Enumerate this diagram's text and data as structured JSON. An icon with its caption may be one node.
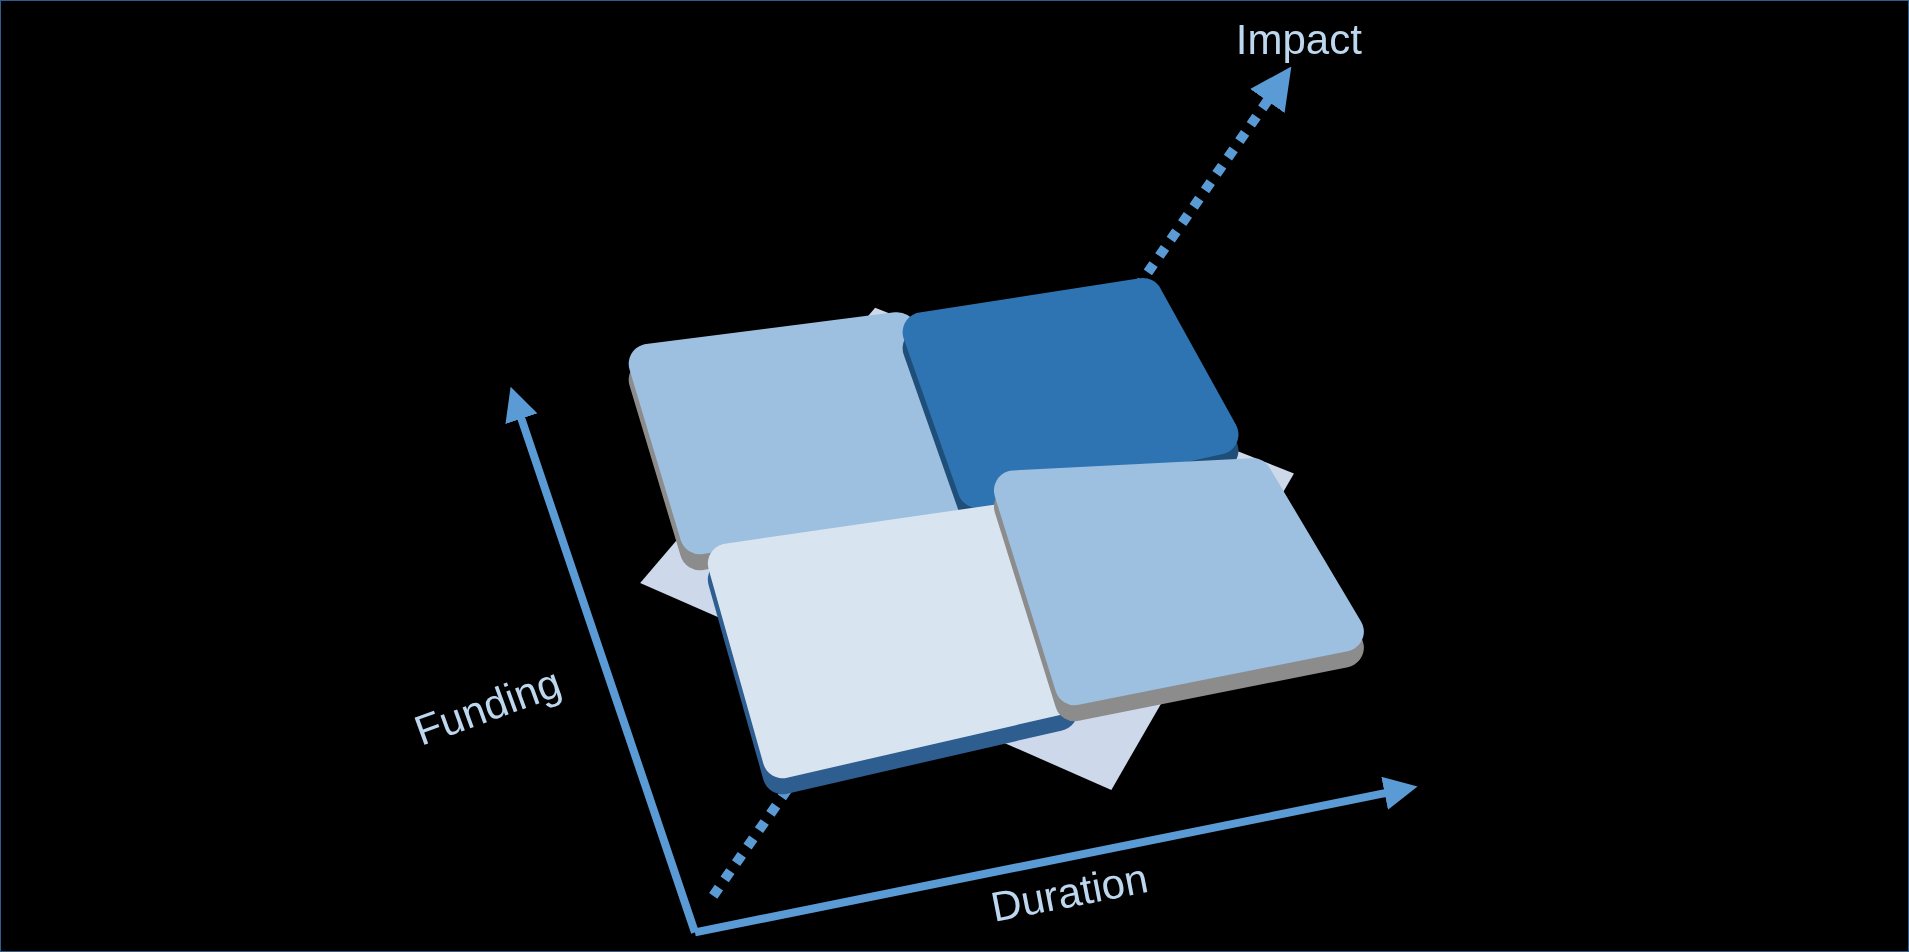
{
  "diagram": {
    "labels": [
      "Impact",
      "Funding",
      "Duration"
    ]
  }
}
